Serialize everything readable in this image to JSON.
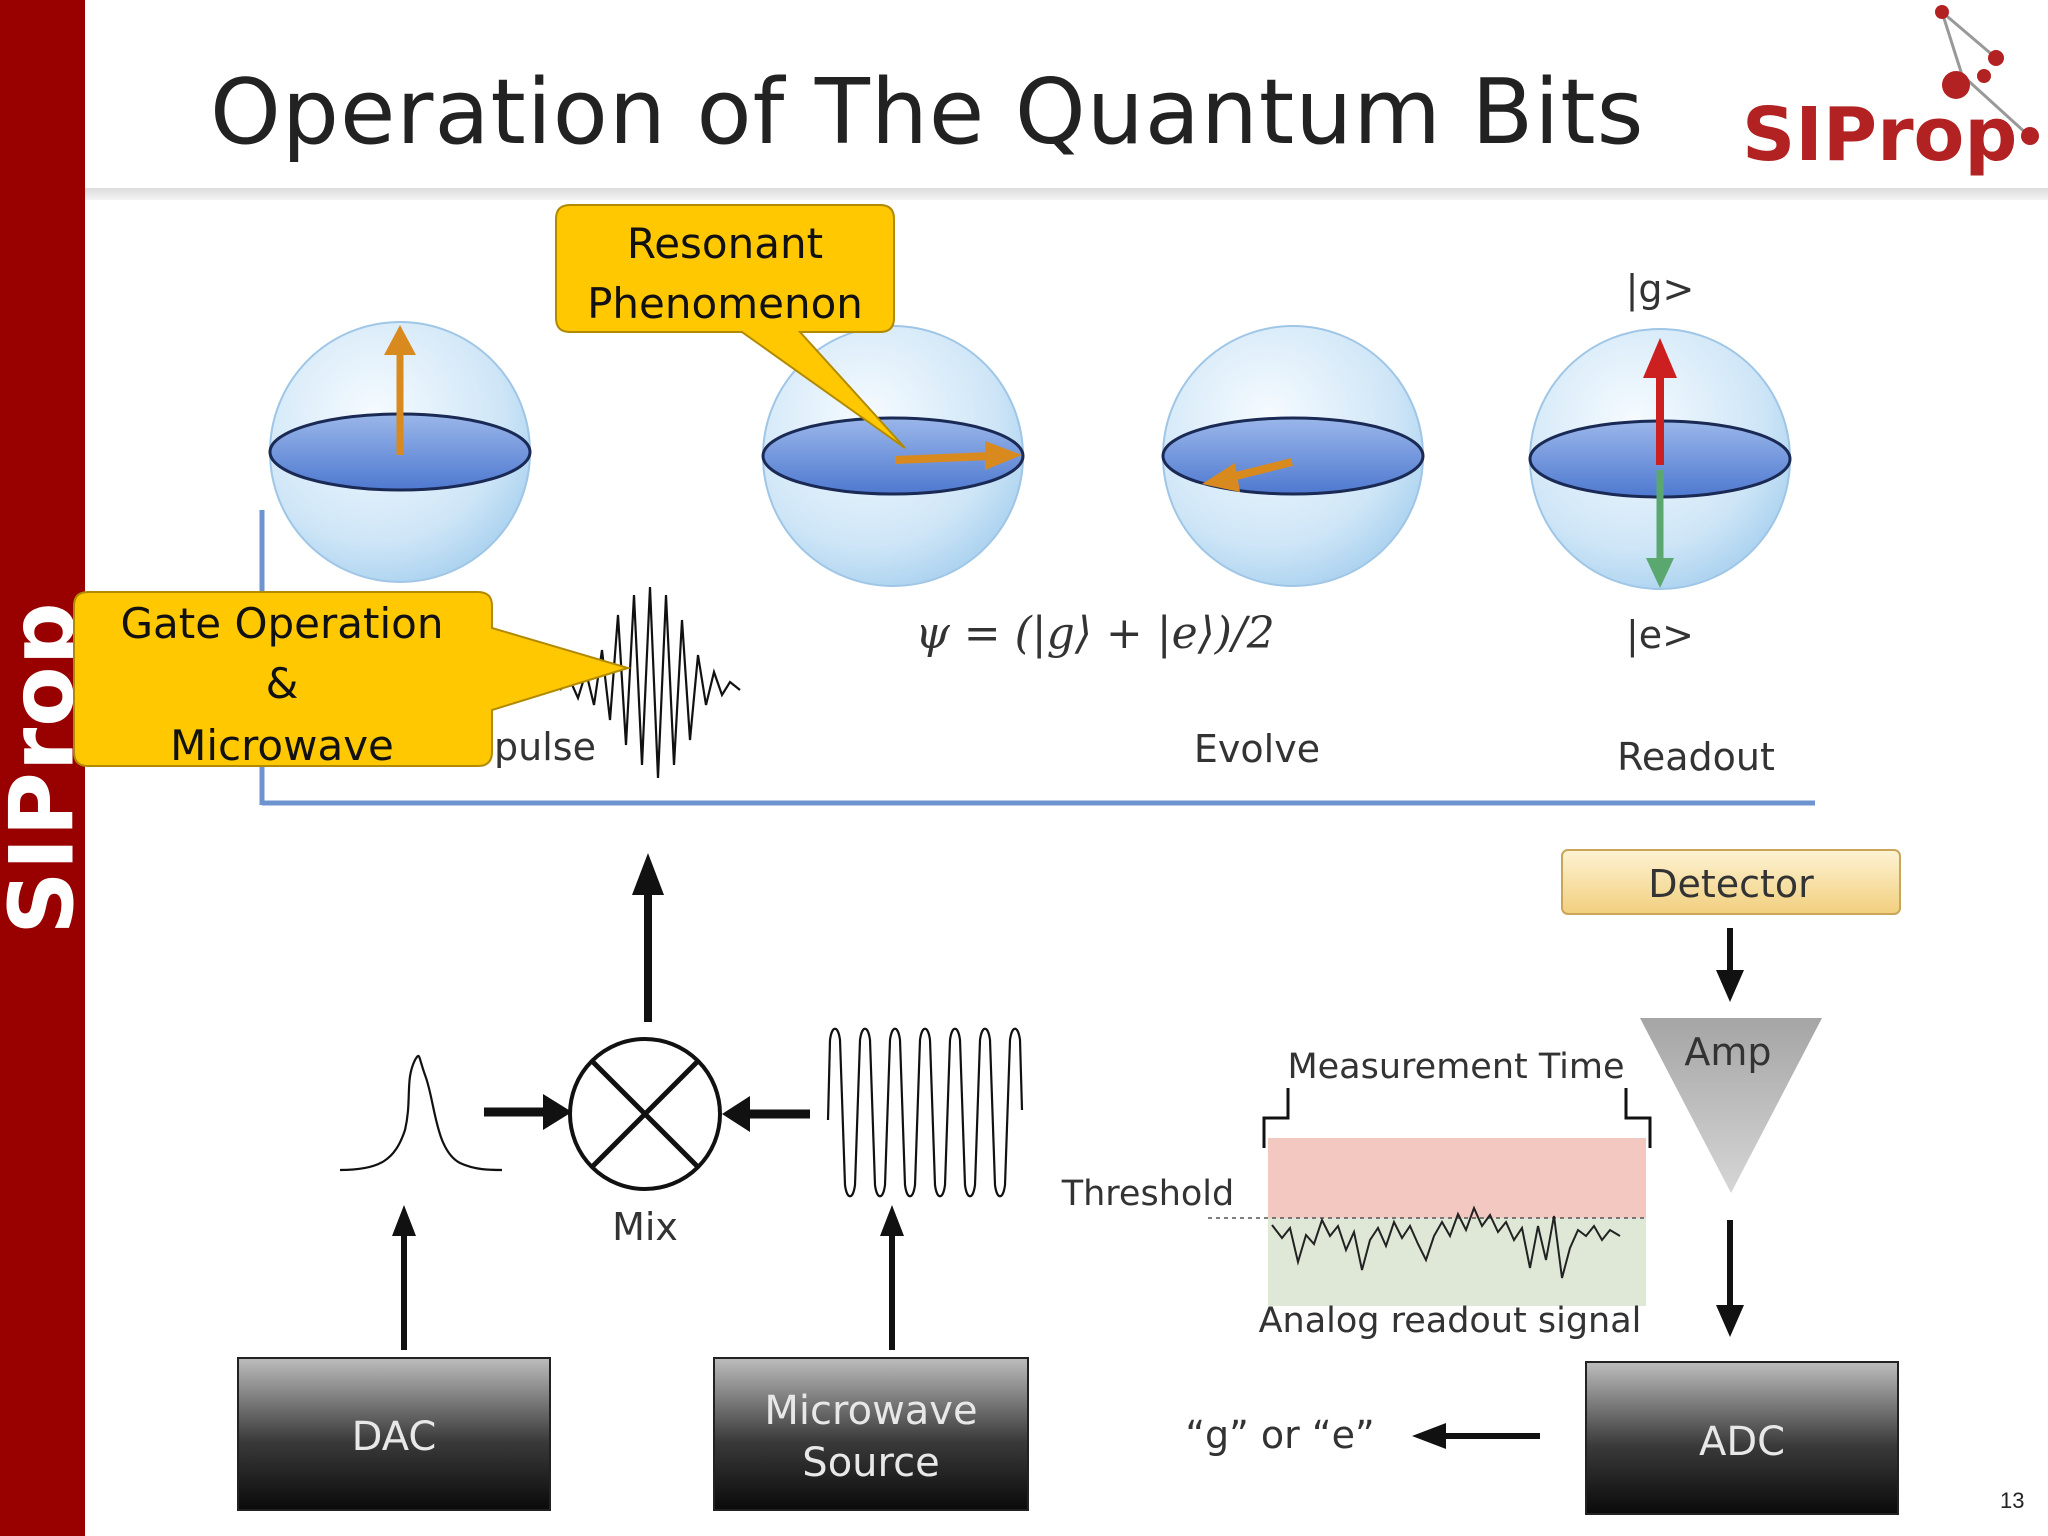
{
  "slide": {
    "title": "Operation of The Quantum Bits",
    "sidebar_label": "SIProp",
    "logo_text": "SIProp",
    "page_number": "13"
  },
  "callouts": {
    "resonant_line1": "Resonant",
    "resonant_line2": "Phenomenon",
    "gate_line1": "Gate Operation",
    "gate_line2": "&",
    "gate_line3": "Microwave"
  },
  "timeline": {
    "pulse": "pulse",
    "evolve": "Evolve",
    "readout": "Readout",
    "formula": "ψ = (|g⟩ + |e⟩)/2",
    "ket_g": "|g>",
    "ket_e": "|e>"
  },
  "blocks": {
    "mix": "Mix",
    "dac": "DAC",
    "microwave_line1": "Microwave",
    "microwave_line2": "Source",
    "detector": "Detector",
    "amp": "Amp",
    "adc": "ADC",
    "result": "“g” or “e”"
  },
  "readout_plot": {
    "measurement_time": "Measurement Time",
    "threshold": "Threshold",
    "signal": "Analog readout signal"
  },
  "colors": {
    "sidebar": "#990000",
    "logo": "#b22222",
    "callout_fill": "#ffc800",
    "arrow_orange": "#d98a1e",
    "arrow_red": "#cc2020",
    "arrow_green": "#5aa870",
    "timeline_blue": "#6e94d0"
  }
}
